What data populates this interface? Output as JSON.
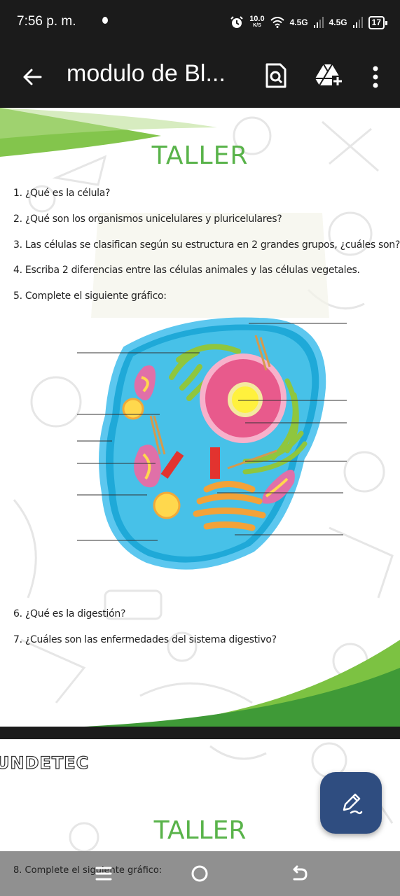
{
  "status_bar": {
    "time": "7:56 p. m.",
    "speed_value": "10.0",
    "speed_unit": "K/S",
    "network_1": "4.5G",
    "network_2": "4.5G",
    "battery": "17"
  },
  "app_bar": {
    "title": "modulo de Bl..."
  },
  "document": {
    "title": "TALLER",
    "questions": [
      "1. ¿Qué es la célula?",
      "2. ¿Qué son los organismos unicelulares y pluricelulares?",
      "3. Las células se clasifican según su estructura en 2 grandes grupos, ¿cuáles son?",
      "4. Escriba 2 diferencias entre las células animales y las células vegetales.",
      "5. Complete el siguiente gráfico:",
      "6. ¿Qué es la digestión?",
      "7. ¿Cuáles son las enfermedades del sistema digestivo?"
    ]
  },
  "page2": {
    "brand": "UNDETEC",
    "title": "TALLER",
    "question_8": "8. Complete el siguiente gráfico:"
  },
  "colors": {
    "accent_green": "#59b34a",
    "fab_blue": "#2f4d80",
    "bar_dark": "#1b1b1b"
  },
  "icons": {
    "back": "arrow-left-icon",
    "preview": "document-search-icon",
    "drive": "drive-add-icon",
    "more": "more-vert-icon",
    "fab": "edit-pen-icon"
  }
}
